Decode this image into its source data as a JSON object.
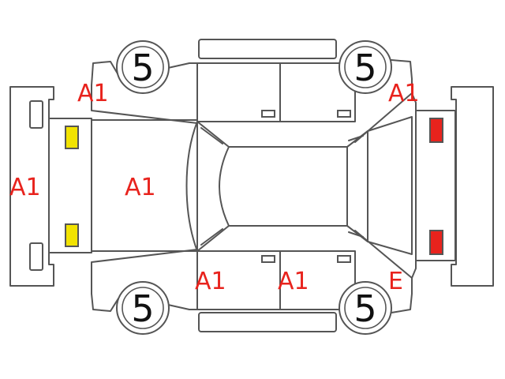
{
  "colors": {
    "damage_code": "#e8231d",
    "line": "#555555",
    "lamp_amber": "#f2e300",
    "lamp_red": "#e8231d"
  },
  "tires": {
    "front_left": "5",
    "front_right": "5",
    "rear_left": "5",
    "rear_right": "5"
  },
  "codes": {
    "front_bumper": "A1",
    "hood": "A1",
    "front_left_fender": "A1",
    "rear_left_fender": "A1",
    "front_right_door": "A1",
    "rear_right_door": "A1",
    "rear_right_quarter": "E"
  },
  "lamps": {
    "front": "amber",
    "rear": "red"
  }
}
